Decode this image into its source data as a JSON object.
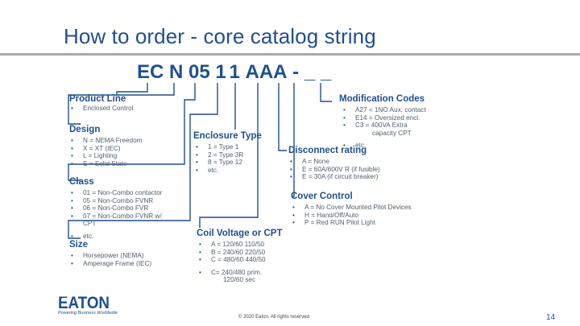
{
  "title": "How to order - core catalog string",
  "code": {
    "ec": "EC",
    "n": "N",
    "s05": "05",
    "one_a": "1",
    "one_b": "1",
    "a1": "A",
    "a2": "A",
    "a3": "A",
    "dash": "-",
    "blanks": "_ _"
  },
  "product_line": {
    "header": "Product Line",
    "items": [
      "Enclosed Control"
    ]
  },
  "design": {
    "header": "Design",
    "items": [
      "N = NEMA Freedom",
      "X = XT (IEC)",
      "L = Lighting",
      "S = Solid State"
    ]
  },
  "class": {
    "header": "Class",
    "items": [
      "01 = Non-Combo contactor",
      "05 = Non-Combo FVNR",
      "06 = Non-Combo FVR",
      "07 = Non-Combo FVNR w/",
      "CPT",
      "etc."
    ]
  },
  "size": {
    "header": "Size",
    "items": [
      "Horsepower (NEMA)",
      "Amperage Frame (IEC)"
    ]
  },
  "enclosure": {
    "header": "Enclosure Type",
    "items": [
      "1 = Type 1",
      "2 = Type 3R",
      "8 = Type 12",
      "etc."
    ]
  },
  "coil": {
    "header": "Coil Voltage or CPT",
    "items": [
      "A = 120/60 110/50",
      "B = 240/60 220/50",
      "C = 480/60 440/50",
      "C= 240/480 prim.",
      "120/60 sec"
    ]
  },
  "modification": {
    "header": "Modification Codes",
    "items": [
      "A27 = 1NO Aux. contact",
      "E14 = Oversized encl.",
      "C3 = 400VA Extra",
      "capacity CPT",
      "etc."
    ]
  },
  "disconnect": {
    "header": "Disconnect rating",
    "items": [
      "A = None",
      "E = 60A/600V R (if fusible)",
      "E = 30A (if circuit breaker)"
    ]
  },
  "cover": {
    "header": "Cover Control",
    "items": [
      "A = No Cover Mounted Pilot Devices",
      "H = Hand/Off/Auto",
      "P = Red RUN Pilot Light"
    ]
  },
  "logo": {
    "text": "EATON",
    "tagline": "Powering Business Worldwide"
  },
  "footer": "© 2020 Eaton. All rights reserved.",
  "page_number": "14",
  "colors": {
    "brand_blue": "#1f4f8f",
    "text_gray": "#52606e",
    "rule_gray": "#a9a9a9"
  }
}
